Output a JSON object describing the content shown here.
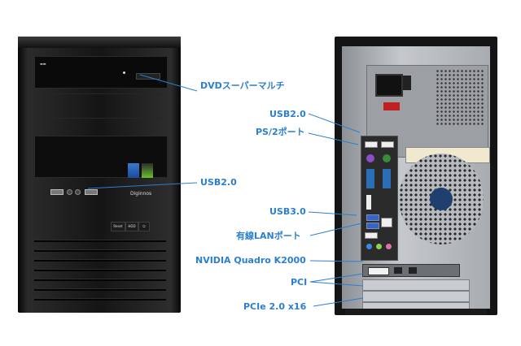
{
  "front_labels": {
    "dvd": "DVDスーパーマルチ",
    "usb": "USB2.0"
  },
  "back_labels": {
    "usb2": "USB2.0",
    "ps2": "PS/2ポート",
    "usb3": "USB3.0",
    "lan": "有線LANポート",
    "gpu": "NVIDIA Quadro K2000",
    "pci": "PCI",
    "pcie": "PCIe 2.0 x16"
  },
  "case_text": {
    "brand": "Diginnos",
    "btn_reset": "Reset",
    "btn_hdd": "HDD"
  },
  "colors": {
    "label": "#2a7fd1",
    "line": "#2a7fd1"
  }
}
